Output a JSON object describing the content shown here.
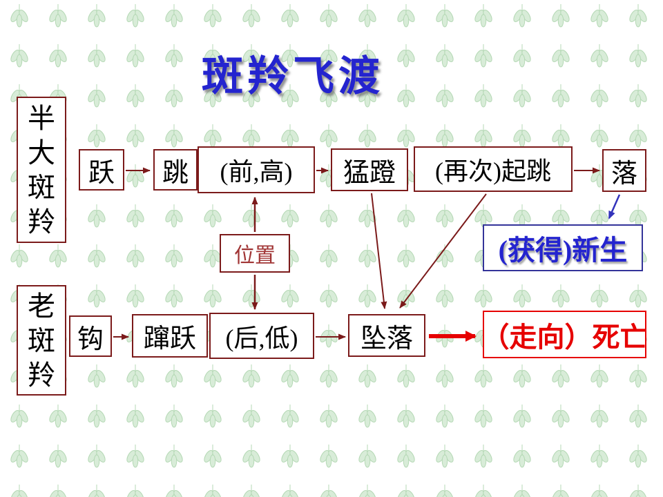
{
  "slide": {
    "title": "斑羚飞渡"
  },
  "actors": {
    "young": "半大斑羚",
    "old": "老斑羚"
  },
  "top_flow": {
    "yue": "跃",
    "tiao": "跳",
    "front_high": "(前,高)",
    "mengdeng": "猛蹬",
    "second_jump": "(再次)起跳",
    "luo": "落"
  },
  "bottom_flow": {
    "gou": "钩",
    "cuanyue": "蹿跃",
    "back_low": "(后,低)",
    "zhuiluo": "坠落"
  },
  "middle": {
    "position": "位置"
  },
  "outcomes": {
    "life": "(获得)新生",
    "death": "（走向）死亡"
  },
  "colors": {
    "maroon": "#7b1a1a",
    "maroon_text": "#a03434",
    "red": "#e60000",
    "blue_text": "#2424cf",
    "blue_border": "#333399",
    "blue_arrow": "#3333bb",
    "leaf": "#d8ecd8",
    "leaf_stroke": "#b4d8b4"
  }
}
